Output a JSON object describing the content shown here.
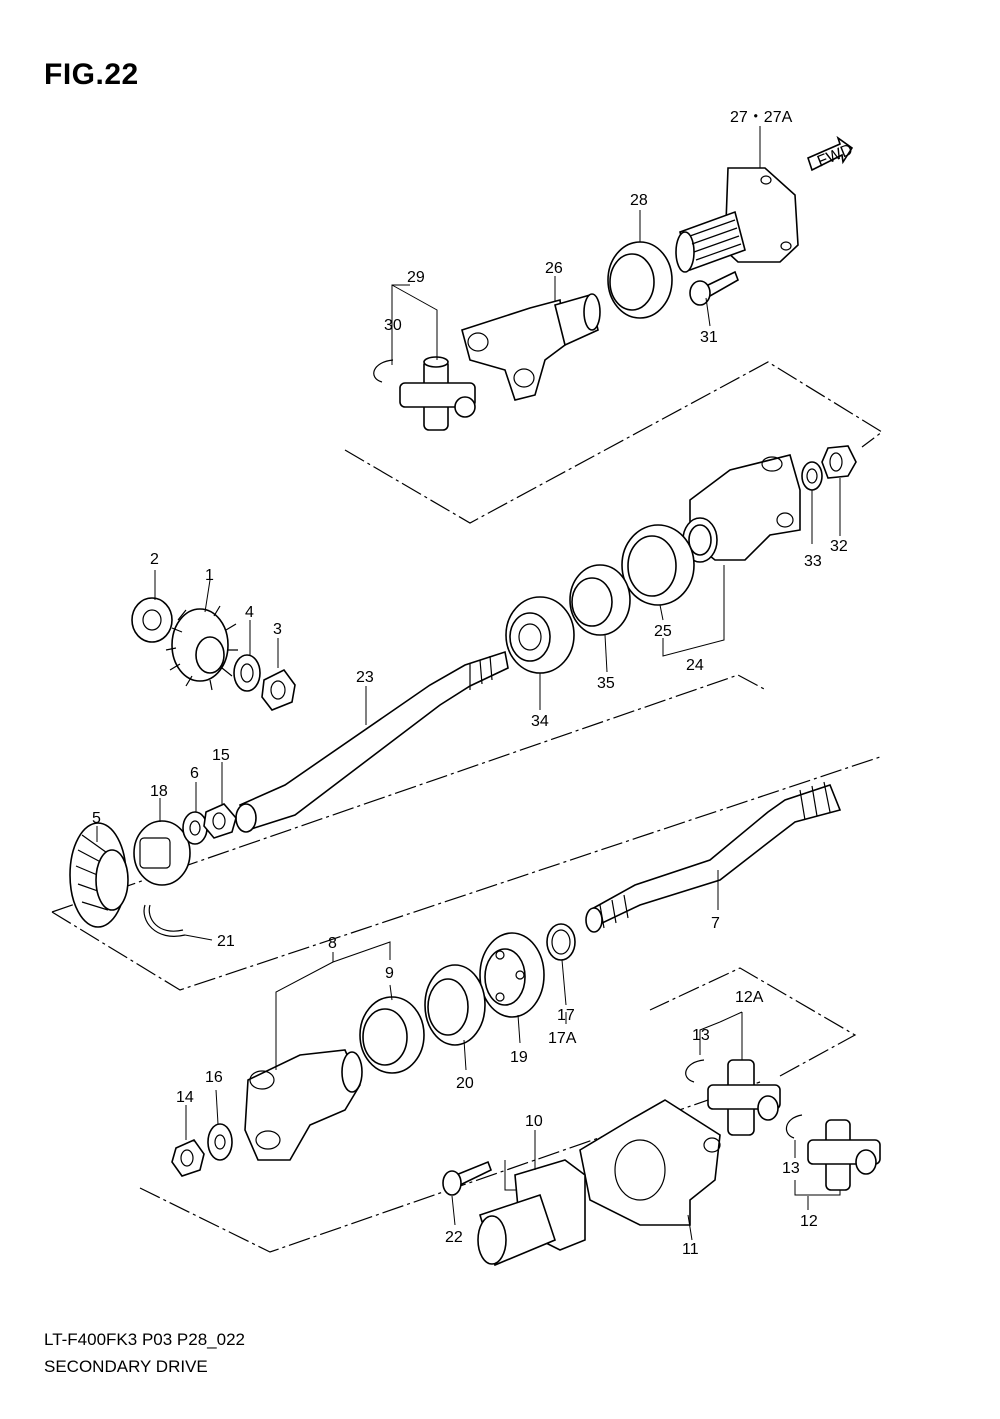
{
  "figure": {
    "title": "FIG.22",
    "model_code": "LT-F400FK3 P03 P28_022",
    "caption": "SECONDARY DRIVE",
    "direction_label": "FWD"
  },
  "callouts": {
    "c1": "1",
    "c2": "2",
    "c3": "3",
    "c4": "4",
    "c5": "5",
    "c6": "6",
    "c7": "7",
    "c8": "8",
    "c9": "9",
    "c10": "10",
    "c11": "11",
    "c12": "12",
    "c12a": "12A",
    "c13a": "13",
    "c13b": "13",
    "c14": "14",
    "c15": "15",
    "c16": "16",
    "c17": "17",
    "c17a": "17A",
    "c18": "18",
    "c19": "19",
    "c20": "20",
    "c21": "21",
    "c22": "22",
    "c23": "23",
    "c24": "24",
    "c25": "25",
    "c26": "26",
    "c27": "27・27A",
    "c28": "28",
    "c29": "29",
    "c30": "30",
    "c31": "31",
    "c32": "32",
    "c33": "33",
    "c34": "34",
    "c35": "35"
  }
}
